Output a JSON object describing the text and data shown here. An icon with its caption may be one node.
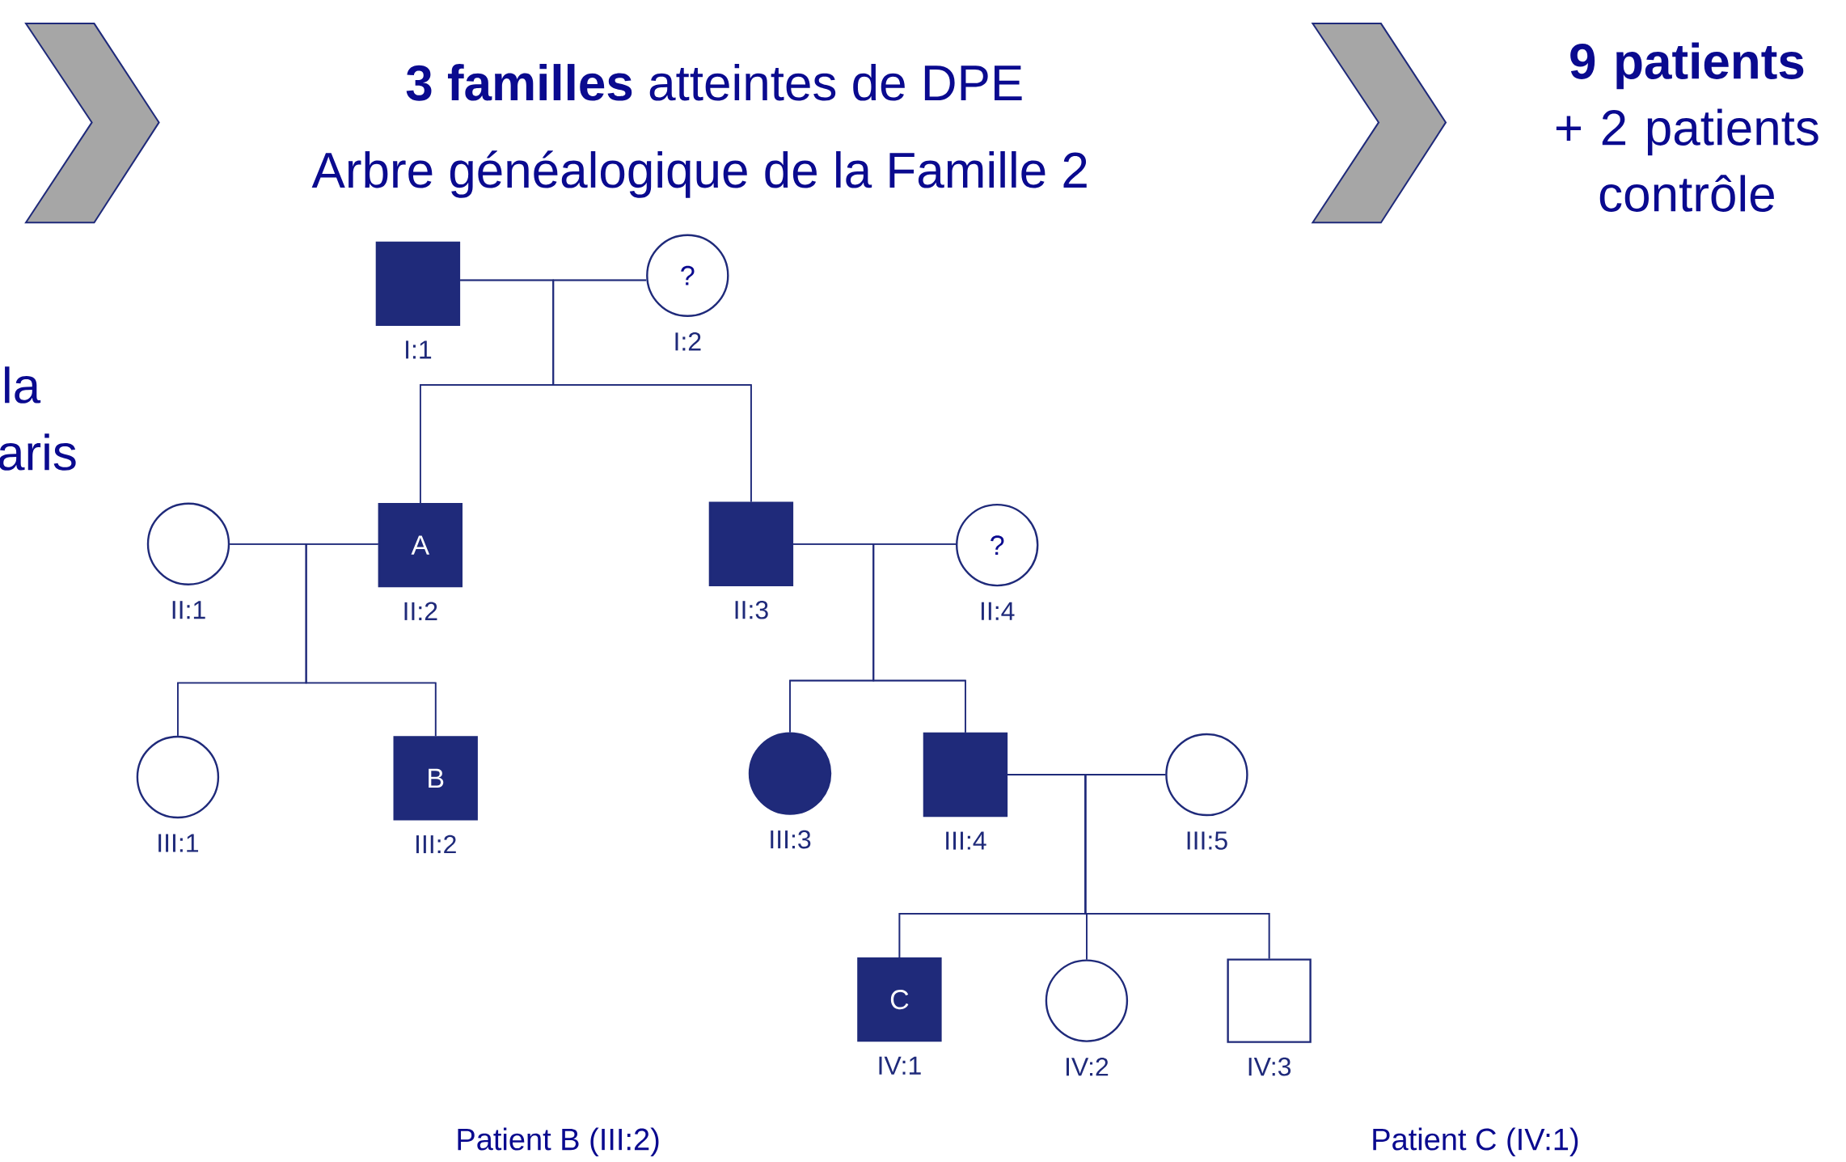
{
  "diagram": {
    "nodes": [
      {
        "text": [],
        "shape": "box",
        "beside": [
          "I:1"
        ]
      },
      {
        "text": [
          "?"
        ],
        "beside": [
          "I:2"
        ]
      },
      {
        "text": [],
        "shape": "circle",
        "beside": [
          "II:1"
        ]
      },
      {
        "text": [
          "A"
        ],
        "beside": [
          "II:2"
        ]
      },
      {
        "text": [],
        "shape": "box",
        "beside": [
          "II:3"
        ]
      },
      {
        "text": [
          "?"
        ],
        "beside": [
          "II:4"
        ]
      },
      {
        "text": [],
        "shape": "circle",
        "beside": [
          "III:1"
        ]
      },
      {
        "text": [
          "B"
        ],
        "beside": [
          "III:2"
        ]
      },
      {
        "text": [],
        "shape": "circle",
        "beside": [
          "III:3"
        ]
      },
      {
        "text": [],
        "shape": "box",
        "beside": [
          "III:4"
        ]
      },
      {
        "text": [],
        "shape": "circle",
        "beside": [
          "III:5"
        ]
      },
      {
        "text": [
          "C"
        ],
        "beside": [
          "IV:1"
        ]
      },
      {
        "text": [],
        "shape": "circle",
        "beside": [
          "IV:2"
        ]
      },
      {
        "text": [],
        "shape": "box",
        "beside": [
          "IV:3"
        ]
      }
    ],
    "edges": [
      {
        "from": 0,
        "to": 1,
        "arrow": "none"
      },
      {
        "from": 0,
        "to": 3,
        "arrow": "none"
      },
      {
        "from": 1,
        "to": 3,
        "arrow": "none"
      },
      {
        "from": 0,
        "to": 4,
        "arrow": "none"
      },
      {
        "from": 1,
        "to": 4,
        "arrow": "none"
      },
      {
        "from": 2,
        "to": 3,
        "arrow": "none"
      },
      {
        "from": 2,
        "to": 6,
        "arrow": "none"
      },
      {
        "from": 3,
        "to": 6,
        "arrow": "none"
      },
      {
        "from": 2,
        "to": 7,
        "arrow": "none"
      },
      {
        "from": 3,
        "to": 7,
        "arrow": "none"
      },
      {
        "from": 4,
        "to": 5,
        "arrow": "none"
      },
      {
        "from": 4,
        "to": 8,
        "arrow": "none"
      },
      {
        "from": 5,
        "to": 8,
        "arrow": "none"
      },
      {
        "from": 4,
        "to": 9,
        "arrow": "none"
      },
      {
        "from": 5,
        "to": 9,
        "arrow": "none"
      },
      {
        "from": 9,
        "to": 10,
        "arrow": "none"
      },
      {
        "from": 9,
        "to": 11,
        "arrow": "none"
      },
      {
        "from": 10,
        "to": 11,
        "arrow": "none"
      },
      {
        "from": 9,
        "to": 12,
        "arrow": "none"
      },
      {
        "from": 10,
        "to": 12,
        "arrow": "none"
      },
      {
        "from": 9,
        "to": 13,
        "arrow": "none"
      },
      {
        "from": 10,
        "to": 13,
        "arrow": "none"
      }
    ],
    "labels": [
      "**3 familles** atteintes de DPE",
      "Arbre généalogique de la Famille 2",
      "**9 patients** + 2 patients contrôle",
      "la",
      "aris",
      "Patient B (III:2)",
      "Patient C (IV:1)"
    ]
  }
}
